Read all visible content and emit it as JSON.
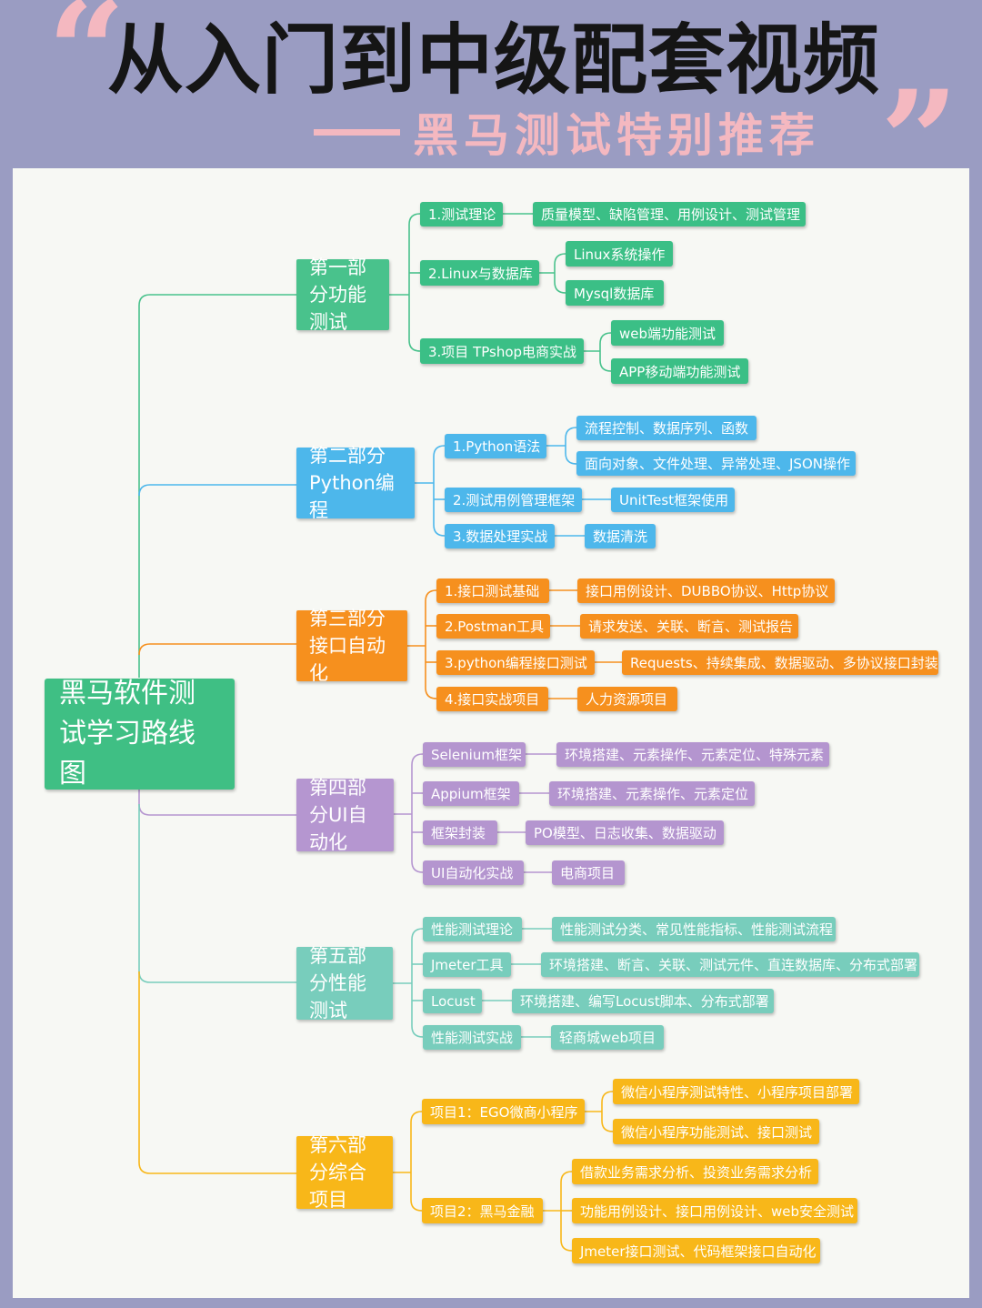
{
  "header": {
    "quote_open": "“",
    "title": "从入门到中级配套视频",
    "subtitle": "黑马测试特别推荐",
    "quote_close": "”"
  },
  "root": {
    "label": "黑马软件测试学习路线图"
  },
  "sections": [
    {
      "label": "第一部分功能测试",
      "color": "#49c28c",
      "items": [
        {
          "label": "1.测试理论",
          "children": [
            "质量模型、缺陷管理、用例设计、测试管理"
          ]
        },
        {
          "label": "2.Linux与数据库",
          "children": [
            "Linux系统操作",
            "Mysql数据库"
          ]
        },
        {
          "label": "3.项目 TPshop电商实战",
          "children": [
            "web端功能测试",
            "APP移动端功能测试"
          ]
        }
      ]
    },
    {
      "label": "第二部分Python编程",
      "color": "#4db7eb",
      "items": [
        {
          "label": "1.Python语法",
          "children": [
            "流程控制、数据序列、函数",
            "面向对象、文件处理、异常处理、JSON操作"
          ]
        },
        {
          "label": "2.测试用例管理框架",
          "children": [
            "UnitTest框架使用"
          ]
        },
        {
          "label": "3.数据处理实战",
          "children": [
            "数据清洗"
          ]
        }
      ]
    },
    {
      "label": "第三部分接口自动化",
      "color": "#f6901e",
      "items": [
        {
          "label": "1.接口测试基础",
          "children": [
            "接口用例设计、DUBBO协议、Http协议"
          ]
        },
        {
          "label": "2.Postman工具",
          "children": [
            "请求发送、关联、断言、测试报告"
          ]
        },
        {
          "label": "3.python编程接口测试",
          "children": [
            "Requests、持续集成、数据驱动、多协议接口封装"
          ]
        },
        {
          "label": "4.接口实战项目",
          "children": [
            "人力资源项目"
          ]
        }
      ]
    },
    {
      "label": "第四部分UI自动化",
      "color": "#b596d0",
      "items": [
        {
          "label": "Selenium框架",
          "children": [
            "环境搭建、元素操作、元素定位、特殊元素"
          ]
        },
        {
          "label": "Appium框架",
          "children": [
            "环境搭建、元素操作、元素定位"
          ]
        },
        {
          "label": "框架封装",
          "children": [
            "PO模型、日志收集、数据驱动"
          ]
        },
        {
          "label": "UI自动化实战",
          "children": [
            "电商项目"
          ]
        }
      ]
    },
    {
      "label": "第五部分性能测试",
      "color": "#78cdbc",
      "items": [
        {
          "label": "性能测试理论",
          "children": [
            "性能测试分类、常见性能指标、性能测试流程"
          ]
        },
        {
          "label": "Jmeter工具",
          "children": [
            "环境搭建、断言、关联、测试元件、直连数据库、分布式部署"
          ]
        },
        {
          "label": "Locust",
          "children": [
            "环境搭建、编写Locust脚本、分布式部署"
          ]
        },
        {
          "label": "性能测试实战",
          "children": [
            "轻商城web项目"
          ]
        }
      ]
    },
    {
      "label": "第六部分综合项目",
      "color": "#f8b719",
      "items": [
        {
          "label": "项目1：EGO微商小程序",
          "children": [
            "微信小程序测试特性、小程序项目部署",
            "微信小程序功能测试、接口测试"
          ]
        },
        {
          "label": "项目2：黑马金融",
          "children": [
            "借款业务需求分析、投资业务需求分析",
            "功能用例设计、接口用例设计、web安全测试",
            "Jmeter接口测试、代码框架接口自动化"
          ]
        }
      ]
    }
  ]
}
